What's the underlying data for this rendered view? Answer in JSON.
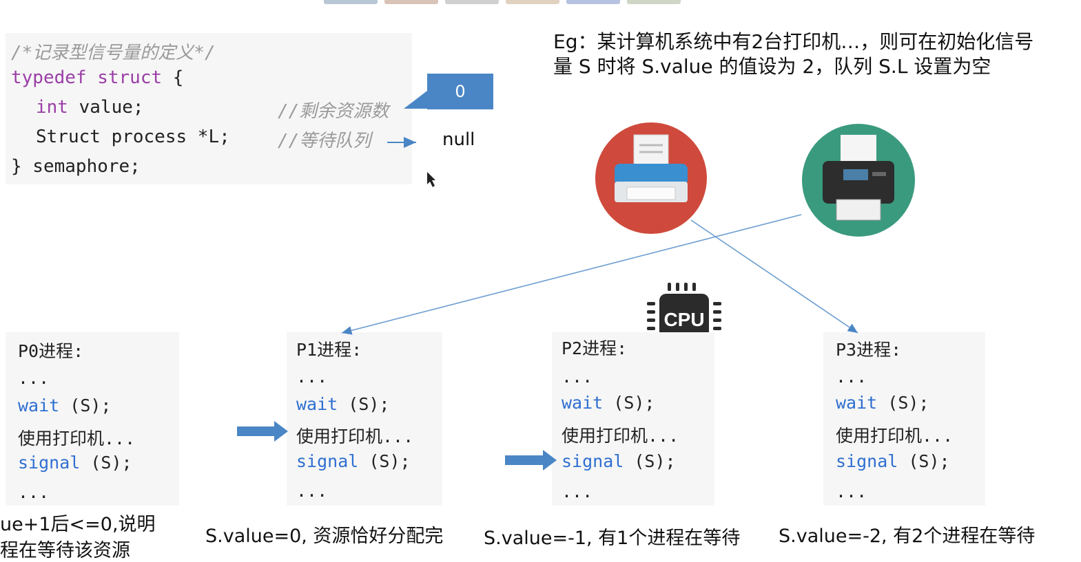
{
  "struct_code": {
    "line1": "/*记录型信号量的定义*/",
    "line2_kw": "typedef struct",
    "line2_rest": " {",
    "line3_kw": "int",
    "line3_rest": " value;",
    "line3_comment": "//剩余资源数",
    "line4": "Struct process *L;",
    "line4_comment": "//等待队列",
    "line5": "} semaphore;"
  },
  "callout_value": "0",
  "null_label": "null",
  "example_text": "Eg：某计算机系统中有2台打印机…，则可在初始化信号量 S 时将 S.value 的值设为 2，队列 S.L 设置为空",
  "cpu_label": "CPU",
  "processes": [
    {
      "title": "P0进程:",
      "dots1": "...",
      "wait": "wait",
      "wait_arg": " (S);",
      "use": "使用打印机...",
      "signal": "signal",
      "signal_arg": " (S);",
      "dots2": "..."
    },
    {
      "title": "P1进程:",
      "dots1": "...",
      "wait": "wait",
      "wait_arg": " (S);",
      "use": "使用打印机...",
      "signal": "signal",
      "signal_arg": " (S);",
      "dots2": "..."
    },
    {
      "title": "P2进程:",
      "dots1": "...",
      "wait": "wait",
      "wait_arg": " (S);",
      "use": "使用打印机...",
      "signal": "signal",
      "signal_arg": " (S);",
      "dots2": "..."
    },
    {
      "title": "P3进程:",
      "dots1": "...",
      "wait": "wait",
      "wait_arg": " (S);",
      "use": "使用打印机...",
      "signal": "signal",
      "signal_arg": " (S);",
      "dots2": "..."
    }
  ],
  "captions": {
    "p0_line1": "ue+1后<=0,说明",
    "p0_line2": "程在等待该资源",
    "p1": "S.value=0, 资源恰好分配完",
    "p2": "S.value=-1, 有1个进程在等待",
    "p3": "S.value=-2, 有2个进程在等待"
  },
  "colors": {
    "arrow_blue": "#4a86c5",
    "printer_red": "#cf4a3c",
    "printer_green": "#3a9a7e"
  },
  "icons": [
    "printer-red-icon",
    "printer-green-icon",
    "cpu-icon",
    "right-arrow-icon"
  ]
}
